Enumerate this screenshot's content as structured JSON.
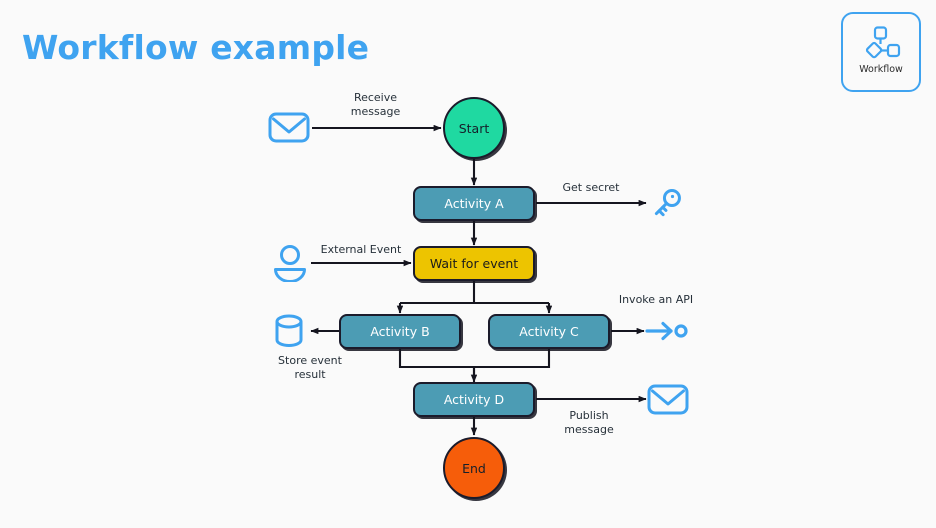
{
  "page": {
    "title": "Workflow example",
    "background_color": "#fafafa",
    "title_color": "#3fa3f0"
  },
  "badge": {
    "label": "Workflow",
    "icon": "workflow-nodes-icon",
    "border_color": "#3fa3f0"
  },
  "colors": {
    "accent_blue": "#3fa3f0",
    "activity_teal": "#4c9cb4",
    "wait_yellow": "#edc400",
    "start_green": "#1fd9a1",
    "end_orange": "#f65d0a",
    "stroke_dark": "#1b1b2b"
  },
  "diagram": {
    "type": "flowchart",
    "nodes": [
      {
        "id": "start",
        "label": "Start",
        "shape": "circle",
        "color": "#1fd9a1"
      },
      {
        "id": "activity_a",
        "label": "Activity A",
        "shape": "rounded-rect",
        "color": "#4c9cb4"
      },
      {
        "id": "wait",
        "label": "Wait for event",
        "shape": "rounded-rect",
        "color": "#edc400"
      },
      {
        "id": "activity_b",
        "label": "Activity B",
        "shape": "rounded-rect",
        "color": "#4c9cb4"
      },
      {
        "id": "activity_c",
        "label": "Activity C",
        "shape": "rounded-rect",
        "color": "#4c9cb4"
      },
      {
        "id": "activity_d",
        "label": "Activity D",
        "shape": "rounded-rect",
        "color": "#4c9cb4"
      },
      {
        "id": "end",
        "label": "End",
        "shape": "circle",
        "color": "#f65d0a"
      }
    ],
    "external_icons": [
      {
        "id": "inbox_envelope",
        "icon": "envelope-icon",
        "color": "#3fa3f0"
      },
      {
        "id": "user_actor",
        "icon": "user-icon",
        "color": "#3fa3f0"
      },
      {
        "id": "secret_key",
        "icon": "key-icon",
        "color": "#3fa3f0"
      },
      {
        "id": "event_store",
        "icon": "database-icon",
        "color": "#3fa3f0"
      },
      {
        "id": "api_endpoint",
        "icon": "api-arrow-icon",
        "color": "#3fa3f0"
      },
      {
        "id": "outbox_envelope",
        "icon": "envelope-icon",
        "color": "#3fa3f0"
      }
    ],
    "edges": [
      {
        "from": "inbox_envelope",
        "to": "start",
        "label": "Receive\nmessage"
      },
      {
        "from": "start",
        "to": "activity_a",
        "label": ""
      },
      {
        "from": "activity_a",
        "to": "secret_key",
        "label": "Get secret"
      },
      {
        "from": "activity_a",
        "to": "wait",
        "label": ""
      },
      {
        "from": "user_actor",
        "to": "wait",
        "label": "External Event"
      },
      {
        "from": "wait",
        "to": "activity_b",
        "label": ""
      },
      {
        "from": "wait",
        "to": "activity_c",
        "label": ""
      },
      {
        "from": "activity_b",
        "to": "event_store",
        "label": "Store event\nresult"
      },
      {
        "from": "activity_c",
        "to": "api_endpoint",
        "label": "Invoke an API"
      },
      {
        "from": "activity_b",
        "to": "activity_d",
        "label": ""
      },
      {
        "from": "activity_c",
        "to": "activity_d",
        "label": ""
      },
      {
        "from": "activity_d",
        "to": "outbox_envelope",
        "label": "Publish\nmessage"
      },
      {
        "from": "activity_d",
        "to": "end",
        "label": ""
      }
    ],
    "labels": {
      "receive_message": "Receive\nmessage",
      "get_secret": "Get secret",
      "external_event": "External Event",
      "store_event_result": "Store event\nresult",
      "invoke_an_api": "Invoke an API",
      "publish_message": "Publish\nmessage"
    }
  }
}
